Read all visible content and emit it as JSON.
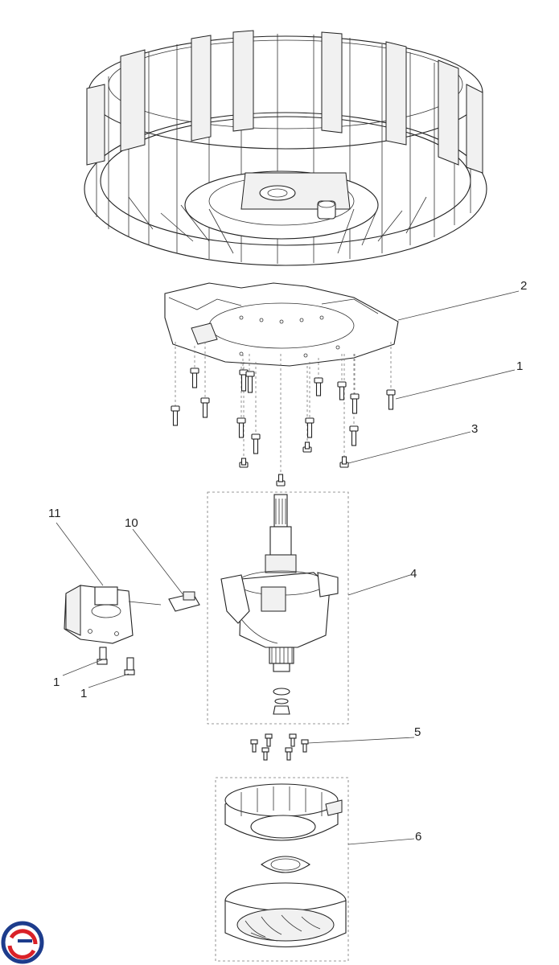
{
  "callouts": {
    "c1a": "1",
    "c1b": "1",
    "c1c": "1",
    "c2": "2",
    "c3": "3",
    "c4": "4",
    "c5": "5",
    "c6": "6",
    "c10": "10",
    "c11": "11"
  },
  "logo": {
    "colors": {
      "blue": "#1d3c8c",
      "red": "#d92128"
    }
  }
}
